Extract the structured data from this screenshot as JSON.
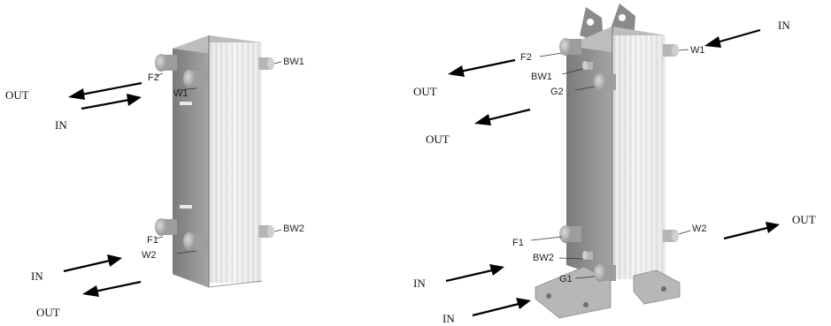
{
  "figure": {
    "left_unit": {
      "ports": [
        "F2",
        "W1",
        "BW1",
        "F1",
        "W2",
        "BW2"
      ],
      "flows": [
        "OUT",
        "IN",
        "IN",
        "OUT"
      ]
    },
    "right_unit": {
      "ports": [
        "F2",
        "BW1",
        "G2",
        "W1",
        "F1",
        "BW2",
        "G1",
        "W2"
      ],
      "flows": [
        "IN",
        "OUT",
        "OUT",
        "OUT",
        "IN",
        "IN"
      ]
    }
  },
  "colors": {
    "plate_face": "#e6e6e6",
    "plate_side": "#8f8f8f",
    "plate_top": "#b9b9b9",
    "rib_light": "#f7f7f7",
    "rib_dark": "#c9c9c9",
    "port": "#a9a9a9",
    "arrow": "#000000"
  }
}
